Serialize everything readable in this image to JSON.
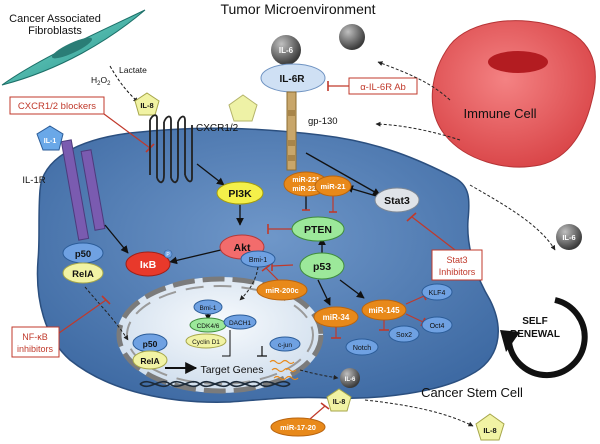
{
  "title": "Tumor Microenvironment",
  "labels": {
    "caf": [
      "Cancer Associated",
      "Fibroblasts"
    ],
    "lactate": "Lactate",
    "h2o2": "H",
    "h2o2_sub1": "2",
    "h2o2_o": "O",
    "h2o2_sub2": "2",
    "il6_ligand": "IL-6",
    "il6r": "IL-6R",
    "anti_il6r": "α-IL-6R Ab",
    "immune_cell": "Immune Cell",
    "cxcr_blockers": "CXCR1/2 blockers",
    "il8_top": "IL-8",
    "cxcr12": "CXCR1/2",
    "gp130": "gp-130",
    "il1r": "IL-1R",
    "il1_ligand": "IL-1",
    "pi3k": "PI3K",
    "mir221": "miR-221",
    "mir222": "miR-222",
    "mir21": "miR-21",
    "stat3": "Stat3",
    "pten": "PTEN",
    "akt": "Akt",
    "ikb": "IκB",
    "ikb_p": "P",
    "p50": "p50",
    "rela": "RelA",
    "p53": "p53",
    "bmi1": "Bmi-1",
    "mir200c": "miR-200c",
    "mir34": "miR-34",
    "mir145": "miR-145",
    "klf4": "KLF4",
    "oct4": "Oct4",
    "sox2": "Sox2",
    "notch": "Notch",
    "il6_free": "IL-6",
    "stat3_inhibitors": [
      "Stat3",
      "Inhibitors"
    ],
    "nfkb_inhibitors": [
      "NF-κB",
      "inhibitors"
    ],
    "self_renewal": [
      "SELF",
      "RENEWAL"
    ],
    "nuc_bmi1": "Bmi-1",
    "cdk46": "CDK4/6",
    "dach1": "DACH1",
    "cyclind1": "Cyclin D1",
    "cjun": "c-jun",
    "nuc_p50": "p50",
    "nuc_rela": "RelA",
    "target_genes": "Target Genes",
    "il6_sec": "IL-6",
    "il8_sec": "IL-8",
    "mir1720": "miR-17-20",
    "csc": "Cancer Stem Cell",
    "il8_out": "IL-8"
  },
  "colors": {
    "cell_fill": "#5f88bc",
    "nucleus_fill": "#e6eef7",
    "inhibitor_box": "#c0392b",
    "mirna": "#e8891a",
    "immune": "#dd4e50",
    "il8": "#f1f3a4",
    "blue_pill": "#6fa1e2",
    "pink_pill": "#f26c6c",
    "green_pill": "#9ce89a",
    "red_pill": "#e8392b"
  }
}
